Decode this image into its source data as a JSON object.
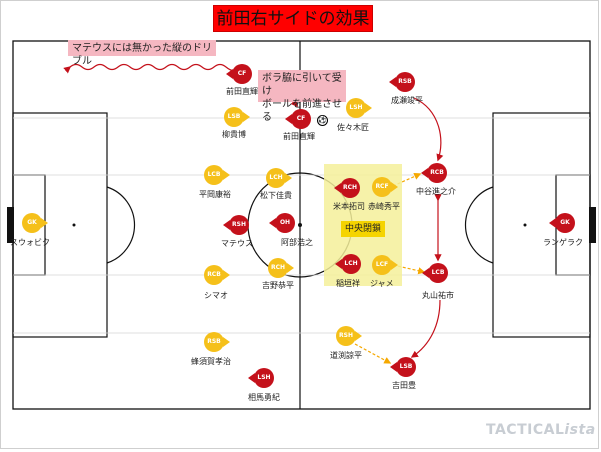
{
  "title": "前田右サイドの効果",
  "notes": {
    "dribble": "マテウスには無かった縦のドリブル",
    "pull_line1": "ボラ脇に引いて受け",
    "pull_line2": "ボールを前進させる",
    "zone": "中央閉鎖"
  },
  "players_left": [
    {
      "pos": "CF",
      "name": "前田直輝",
      "color": "red"
    },
    {
      "pos": "LSB",
      "name": "柳貴博",
      "color": "yel"
    },
    {
      "pos": "LCB",
      "name": "平岡康裕",
      "color": "yel"
    },
    {
      "pos": "LCH",
      "name": "松下佳貴",
      "color": "yel"
    },
    {
      "pos": "GK",
      "name": "スウォビク",
      "color": "yel"
    },
    {
      "pos": "RSH",
      "name": "マテウス",
      "color": "red"
    },
    {
      "pos": "OH",
      "name": "阿部浩之",
      "color": "red"
    },
    {
      "pos": "RCB",
      "name": "シマオ",
      "color": "yel"
    },
    {
      "pos": "RCH",
      "name": "吉野恭平",
      "color": "yel"
    },
    {
      "pos": "RSB",
      "name": "蜂須賀孝治",
      "color": "yel"
    },
    {
      "pos": "LSH",
      "name": "相馬勇紀",
      "color": "red"
    }
  ],
  "players_right": [
    {
      "pos": "CF",
      "name": "前田直輝",
      "color": "red"
    },
    {
      "pos": "RSB",
      "name": "成瀬竣平",
      "color": "red"
    },
    {
      "pos": "LSH",
      "name": "佐々木匠",
      "color": "yel"
    },
    {
      "pos": "RCH",
      "name": "米本拓司",
      "color": "red"
    },
    {
      "pos": "RCF",
      "name": "赤崎秀平",
      "color": "yel"
    },
    {
      "pos": "RCB",
      "name": "中谷進之介",
      "color": "red"
    },
    {
      "pos": "GK",
      "name": "ランゲラク",
      "color": "red"
    },
    {
      "pos": "LCH",
      "name": "稲垣祥",
      "color": "red"
    },
    {
      "pos": "LCF",
      "name": "ジャメ",
      "color": "yel"
    },
    {
      "pos": "LCB",
      "name": "丸山祐市",
      "color": "red"
    },
    {
      "pos": "RSH",
      "name": "道渕諒平",
      "color": "yel"
    },
    {
      "pos": "LSB",
      "name": "吉田豊",
      "color": "red"
    }
  ],
  "watermark": {
    "main": "TACTICAL",
    "italic": "ista"
  }
}
